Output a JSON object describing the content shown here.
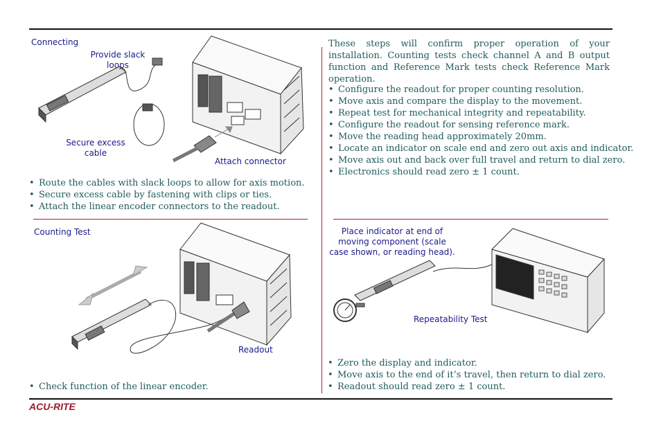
{
  "top_panel_left": {
    "section_label": "Connecting",
    "callout_slack": "Provide slack loops",
    "callout_secure": "Secure excess cable",
    "callout_attach": "Attach connector",
    "bullets": [
      "Route the cables with slack loops to allow for axis motion.",
      "Secure excess cable by fastening with clips or ties.",
      "Attach the linear encoder connectors to the readout."
    ]
  },
  "top_panel_right": {
    "intro": "These steps will confirm proper operation of your installation. Counting tests check channel A and B output function and Reference Mark tests check Reference Mark operation.",
    "bullets": [
      "Configure the readout for proper counting resolution.",
      "Move axis and compare the display to the movement.",
      "Repeat test for mechanical integrity and repeatability.",
      "Configure the readout for sensing reference mark.",
      "Move the reading head approximately 20mm.",
      "Locate an indicator on scale end and zero out axis and indicator.",
      "Move axis out and back over full travel and return to dial zero.",
      "Electronics should read zero ± 1 count."
    ]
  },
  "bottom_panel_left": {
    "section_label": "Counting Test",
    "callout_readout": "Readout",
    "bullets": [
      "Check function of the linear encoder."
    ]
  },
  "bottom_panel_right": {
    "callout_indicator": "Place indicator at end of moving component (scale case shown, or reading head).",
    "callout_repeat": "Repeatability Test",
    "bullets": [
      "Zero the display and indicator.",
      "Move axis to the end of it’s travel, then return to dial zero.",
      "Readout should read zero ± 1 count."
    ]
  },
  "footer": {
    "brand": "ACU-RITE"
  },
  "colors": {
    "text": "#1f5b5b",
    "label": "#1a1a8c",
    "accent": "#b01c2a"
  }
}
